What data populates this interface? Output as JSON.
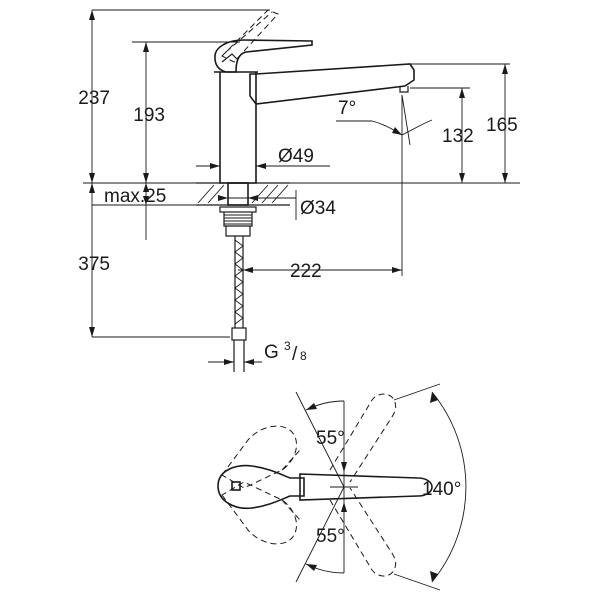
{
  "dimensions": {
    "overall_height": "237",
    "body_height": "193",
    "spout_height": "165",
    "spout_clearance": "132",
    "spout_angle": "7°",
    "body_diameter": "Ø49",
    "hole_diameter": "Ø34",
    "max_thickness": "max.25",
    "hose_length": "375",
    "spout_reach": "222",
    "thread_prefix": "G",
    "thread_num": "3",
    "thread_den": "8",
    "swivel_total": "140°",
    "swivel_upper": "55°",
    "swivel_lower": "55°"
  }
}
